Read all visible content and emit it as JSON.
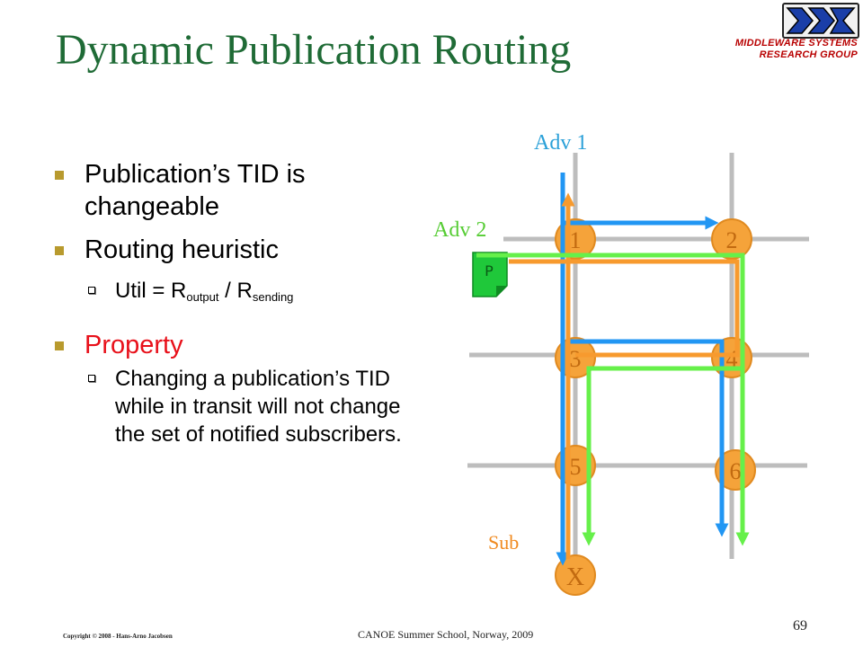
{
  "title": "Dynamic Publication Routing",
  "logo": {
    "line1": "MIDDLEWARE SYSTEMS",
    "line2": "RESEARCH GROUP"
  },
  "bullets": [
    {
      "text": "Publication’s TID is changeable"
    },
    {
      "text": "Routing heuristic",
      "sub": [
        {
          "prefix": "Util = R",
          "sub1": "output",
          "mid": " / R",
          "sub2": "sending"
        }
      ]
    },
    {
      "text": "Property",
      "sub": [
        {
          "text": "Changing a publication’s TID while in transit will not change the set of notified subscribers."
        }
      ]
    }
  ],
  "diagram": {
    "labels": {
      "adv1": "Adv 1",
      "adv2": "Adv 2",
      "sub": "Sub",
      "pub": "P"
    },
    "nodes": [
      {
        "id": "1",
        "label": "1"
      },
      {
        "id": "2",
        "label": "2"
      },
      {
        "id": "3",
        "label": "3"
      },
      {
        "id": "4",
        "label": "4"
      },
      {
        "id": "5",
        "label": "5"
      },
      {
        "id": "6",
        "label": "6"
      },
      {
        "id": "x",
        "label": "X"
      }
    ],
    "colors": {
      "grid": "#bdbdbd",
      "node": "#f5a33a",
      "node_text": "#c26a10",
      "blue": "#2196f3",
      "orange": "#f79a2e",
      "green": "#66f04a",
      "label": "#2aa0d8",
      "adv2_label": "#55cc33",
      "sub_label": "#f08a20"
    }
  },
  "footer": {
    "copyright": "Copyright © 2008 - Hans-Arno Jacobsen",
    "event": "CANOE Summer School, Norway, 2009",
    "page": "69"
  }
}
